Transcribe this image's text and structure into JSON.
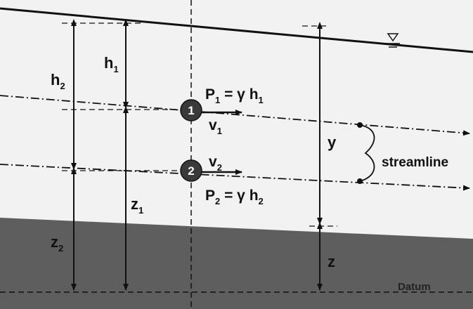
{
  "labels": {
    "h1": "h",
    "h1_sub": "1",
    "h2": "h",
    "h2_sub": "2",
    "z1": "z",
    "z1_sub": "1",
    "z2": "z",
    "z2_sub": "2",
    "z": "z",
    "y": "y",
    "point1": "1",
    "point2": "2",
    "p1_eq": "P",
    "p1_eq_sub": "1",
    "p1_rhs": " = γ h",
    "p1_rhs_sub": "1",
    "p2_eq": "P",
    "p2_eq_sub": "2",
    "p2_rhs": " = γ h",
    "p2_rhs_sub": "2",
    "v1": "v",
    "v1_sub": "1",
    "v2": "v",
    "v2_sub": "2",
    "streamline": "streamline",
    "datum": "Datum"
  },
  "colors": {
    "ground": "#5e5e5e",
    "water": "#f2f2f2",
    "ink": "#111111",
    "point_fill": "#3a3a3a"
  }
}
